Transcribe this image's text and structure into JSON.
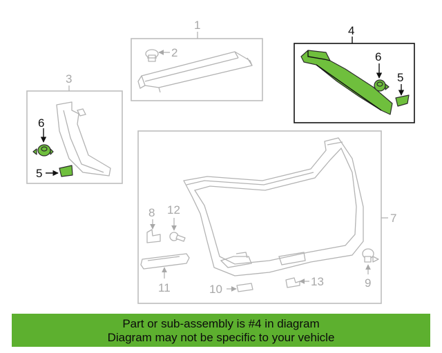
{
  "callouts": {
    "c1": "1",
    "c2": "2",
    "c3": "3",
    "c4": "4",
    "c5a": "5",
    "c5b": "5",
    "c6a": "6",
    "c6b": "6",
    "c7": "7",
    "c8": "8",
    "c9": "9",
    "c10": "10",
    "c11": "11",
    "c12": "12",
    "c13": "13"
  },
  "banner": {
    "line1": "Part or sub-assembly is #4 in diagram",
    "line2": "Diagram may not be specific to your vehicle"
  },
  "colors": {
    "highlight_green": "#6fbf3d",
    "banner_green": "#5db02f",
    "muted_grey": "#b3b3b3"
  }
}
